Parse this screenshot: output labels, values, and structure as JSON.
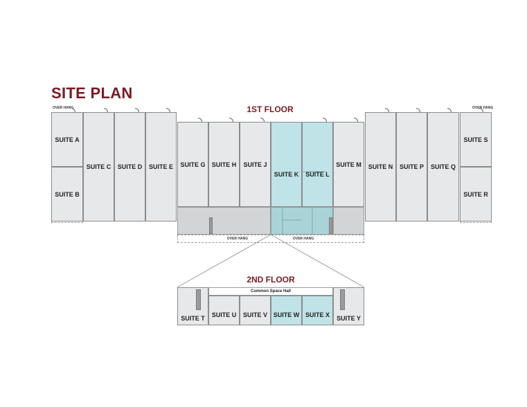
{
  "title": "SITE PLAN",
  "floor1": {
    "label": "1ST FLOOR",
    "overhang_label": "OVER HANG",
    "suites": {
      "A": "SUITE A",
      "B": "SUITE B",
      "C": "SUITE C",
      "D": "SUITE D",
      "E": "SUITE E",
      "G": "SUITE G",
      "H": "SUITE H",
      "J": "SUITE J",
      "K": "SUITE K",
      "L": "SUITE L",
      "M": "SUITE M",
      "N": "SUITE N",
      "P": "SUITE P",
      "Q": "SUITE Q",
      "S": "SUITE S",
      "R": "SUITE R"
    },
    "highlighted": [
      "SUITE K",
      "SUITE L"
    ]
  },
  "floor2": {
    "label": "2ND FLOOR",
    "hall_label": "Common Space Hall",
    "suites": {
      "T": "SUITE T",
      "U": "SUITE U",
      "V": "SUITE V",
      "W": "SUITE W",
      "X": "SUITE X",
      "Y": "SUITE Y"
    },
    "highlighted": [
      "SUITE W",
      "SUITE X"
    ]
  },
  "colors": {
    "title": "#7a1a24",
    "suite_fill": "#e7e8ea",
    "highlight_fill": "#bfe3e6",
    "band_fill": "#d3d4d6"
  }
}
